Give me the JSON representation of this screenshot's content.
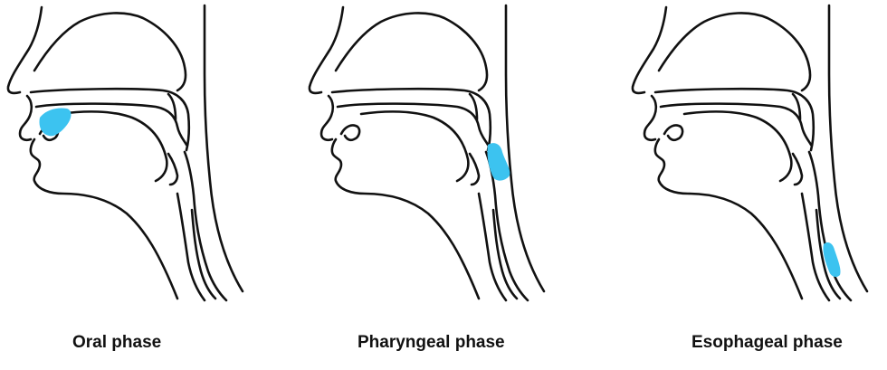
{
  "figure": {
    "bolus_color": "#3cc3f0",
    "outline_color": "#111111",
    "phases": [
      {
        "label": "Oral phase",
        "bolus_location": "mouth"
      },
      {
        "label": "Pharyngeal phase",
        "bolus_location": "pharynx"
      },
      {
        "label": "Esophageal phase",
        "bolus_location": "esophagus"
      }
    ]
  }
}
